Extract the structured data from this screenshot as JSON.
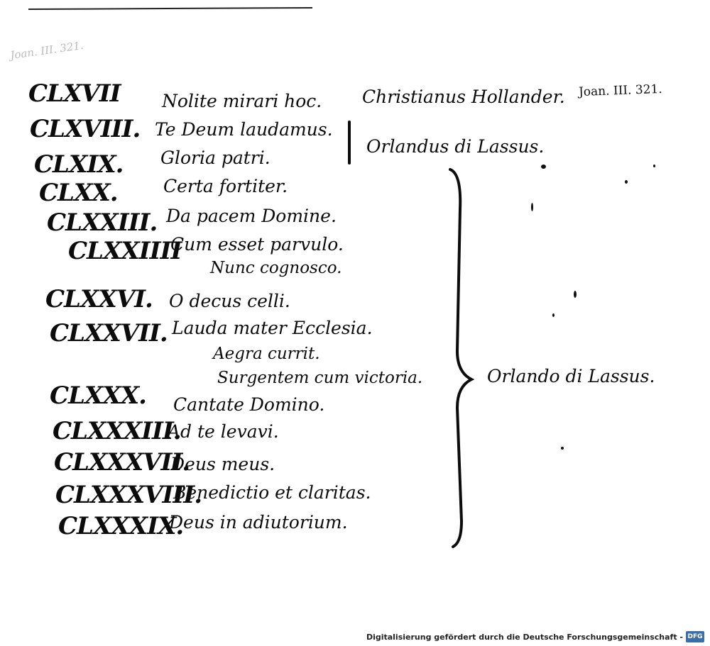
{
  "shelfmark": "Joan. III. 321.",
  "faint_stamp": "Joan. III. 321.",
  "entries": [
    {
      "num": "CLXVII",
      "title": "Nolite mirari hoc."
    },
    {
      "num": "CLXVIII.",
      "title": "Te Deum laudamus."
    },
    {
      "num": "CLXIX.",
      "title": "Gloria patri."
    },
    {
      "num": "CLXX.",
      "title": "Certa fortiter."
    },
    {
      "num": "CLXXIII.",
      "title": "Da pacem Domine."
    },
    {
      "num": "CLXXIIII",
      "title": "Cum esset parvulo.",
      "sub": "Nunc cognosco."
    },
    {
      "num": "CLXXVI.",
      "title": "O decus celli."
    },
    {
      "num": "CLXXVII.",
      "title": "Lauda mater Ecclesia.",
      "sub": "Aegra currit.",
      "sub2": "Surgentem cum victoria."
    },
    {
      "num": "CLXXX.",
      "title": "Cantate Domino."
    },
    {
      "num": "CLXXXIII.",
      "title": "Ad te levavi."
    },
    {
      "num": "CLXXXVII.",
      "title": "Deus meus."
    },
    {
      "num": "CLXXXVIII.",
      "title": "Benedictio et claritas."
    },
    {
      "num": "CLXXXIX.",
      "title": "Deus in adiutorium."
    }
  ],
  "composers": [
    {
      "name": "Christianus Hollander."
    },
    {
      "name": "Orlandus di Lassus."
    },
    {
      "name": "Orlando di Lassus."
    }
  ],
  "footer": {
    "text": "Digitalisierung gefördert durch die Deutsche Forschungsgemeinschaft -",
    "logo": "DFG"
  }
}
